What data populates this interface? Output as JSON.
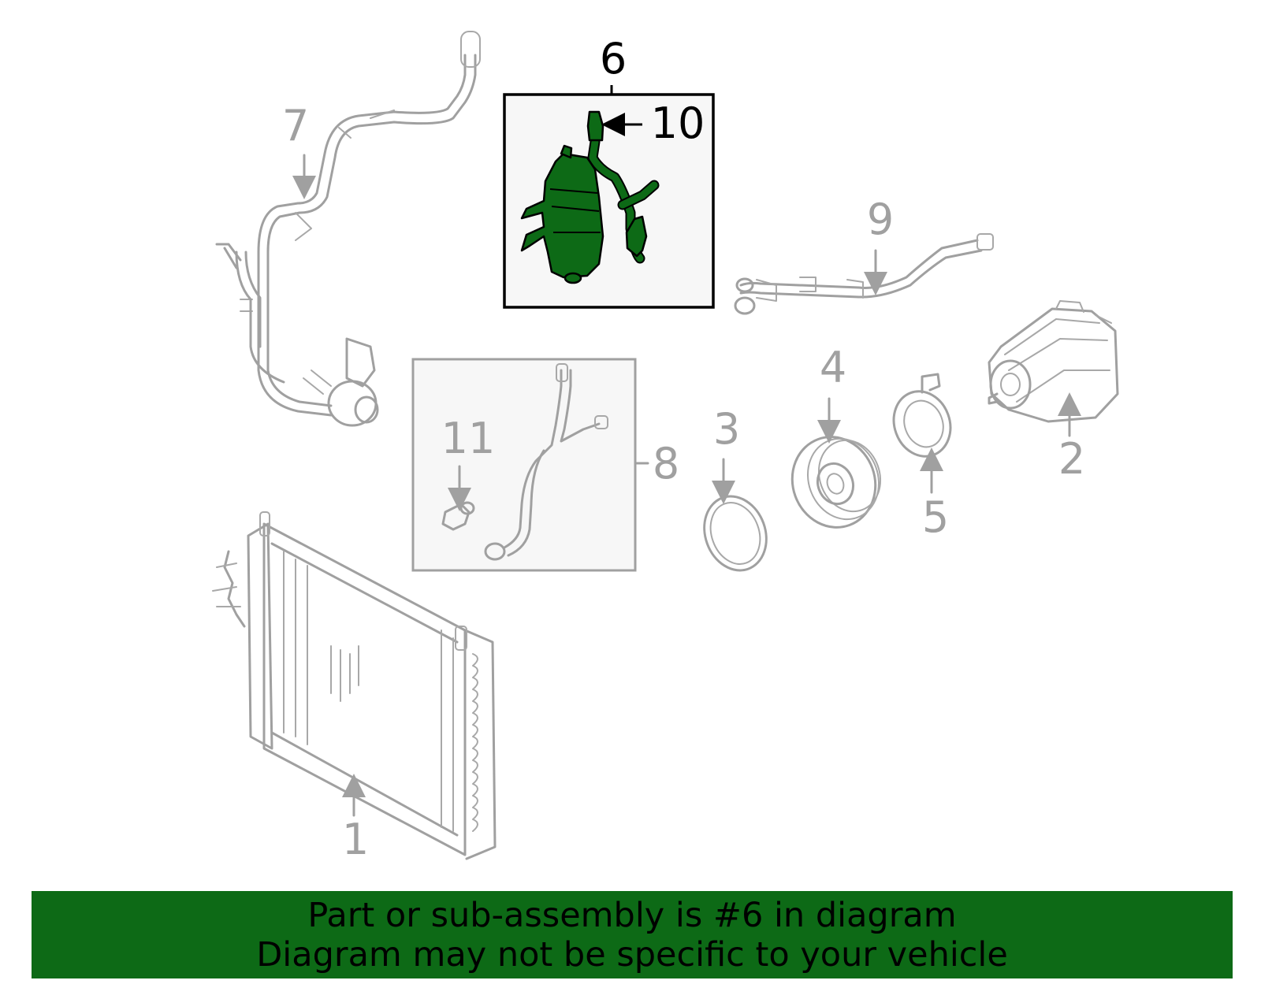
{
  "diagram": {
    "highlight_color": "#0d6a16",
    "highlighted_part": "6",
    "callouts": {
      "c1": "1",
      "c2": "2",
      "c3": "3",
      "c4": "4",
      "c5": "5",
      "c6": "6",
      "c7": "7",
      "c8": "8",
      "c9": "9",
      "c10": "10",
      "c11": "11"
    }
  },
  "banner": {
    "line1": "Part or sub-assembly is #6 in diagram",
    "line2": "Diagram may not be specific to your vehicle"
  }
}
